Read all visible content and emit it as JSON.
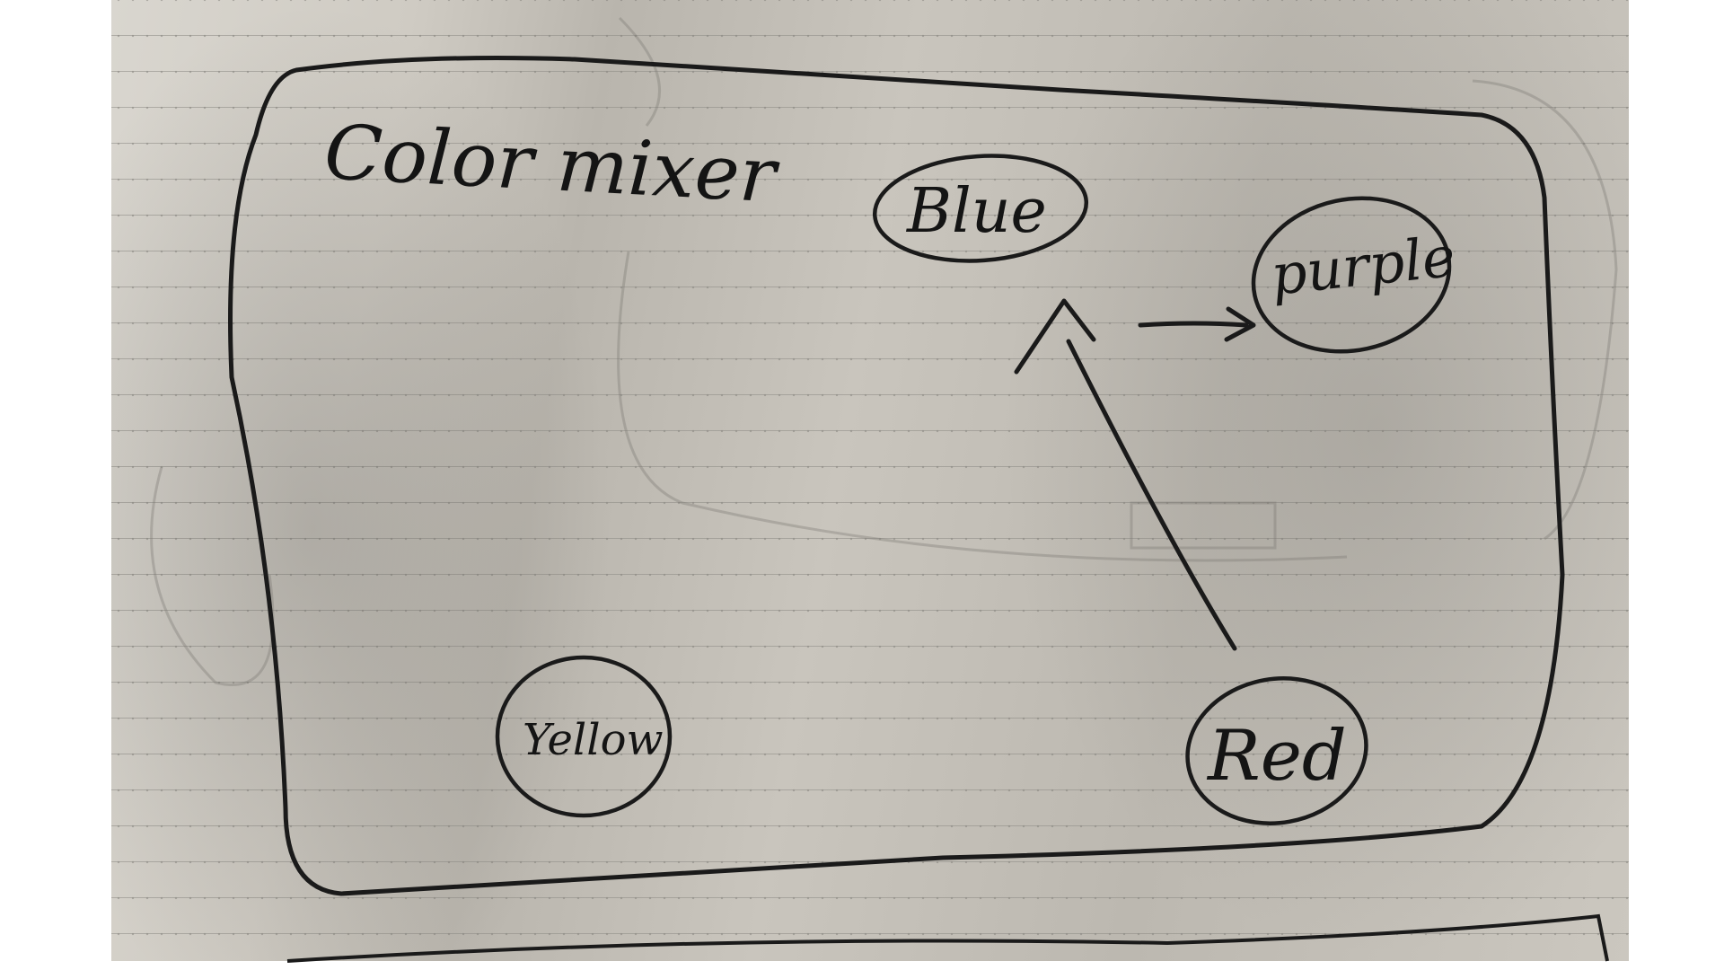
{
  "title": "Color mixer",
  "nodes": [
    {
      "id": "blue",
      "label": "Blue"
    },
    {
      "id": "purple",
      "label": "purple"
    },
    {
      "id": "yellow",
      "label": "Yellow"
    },
    {
      "id": "red",
      "label": "Red"
    }
  ],
  "edges": [
    {
      "from": "red",
      "to": "blue"
    },
    {
      "from": "blue",
      "to": "purple"
    }
  ],
  "colors": {
    "ink": "#141414",
    "paper": "#cfcbc3"
  }
}
